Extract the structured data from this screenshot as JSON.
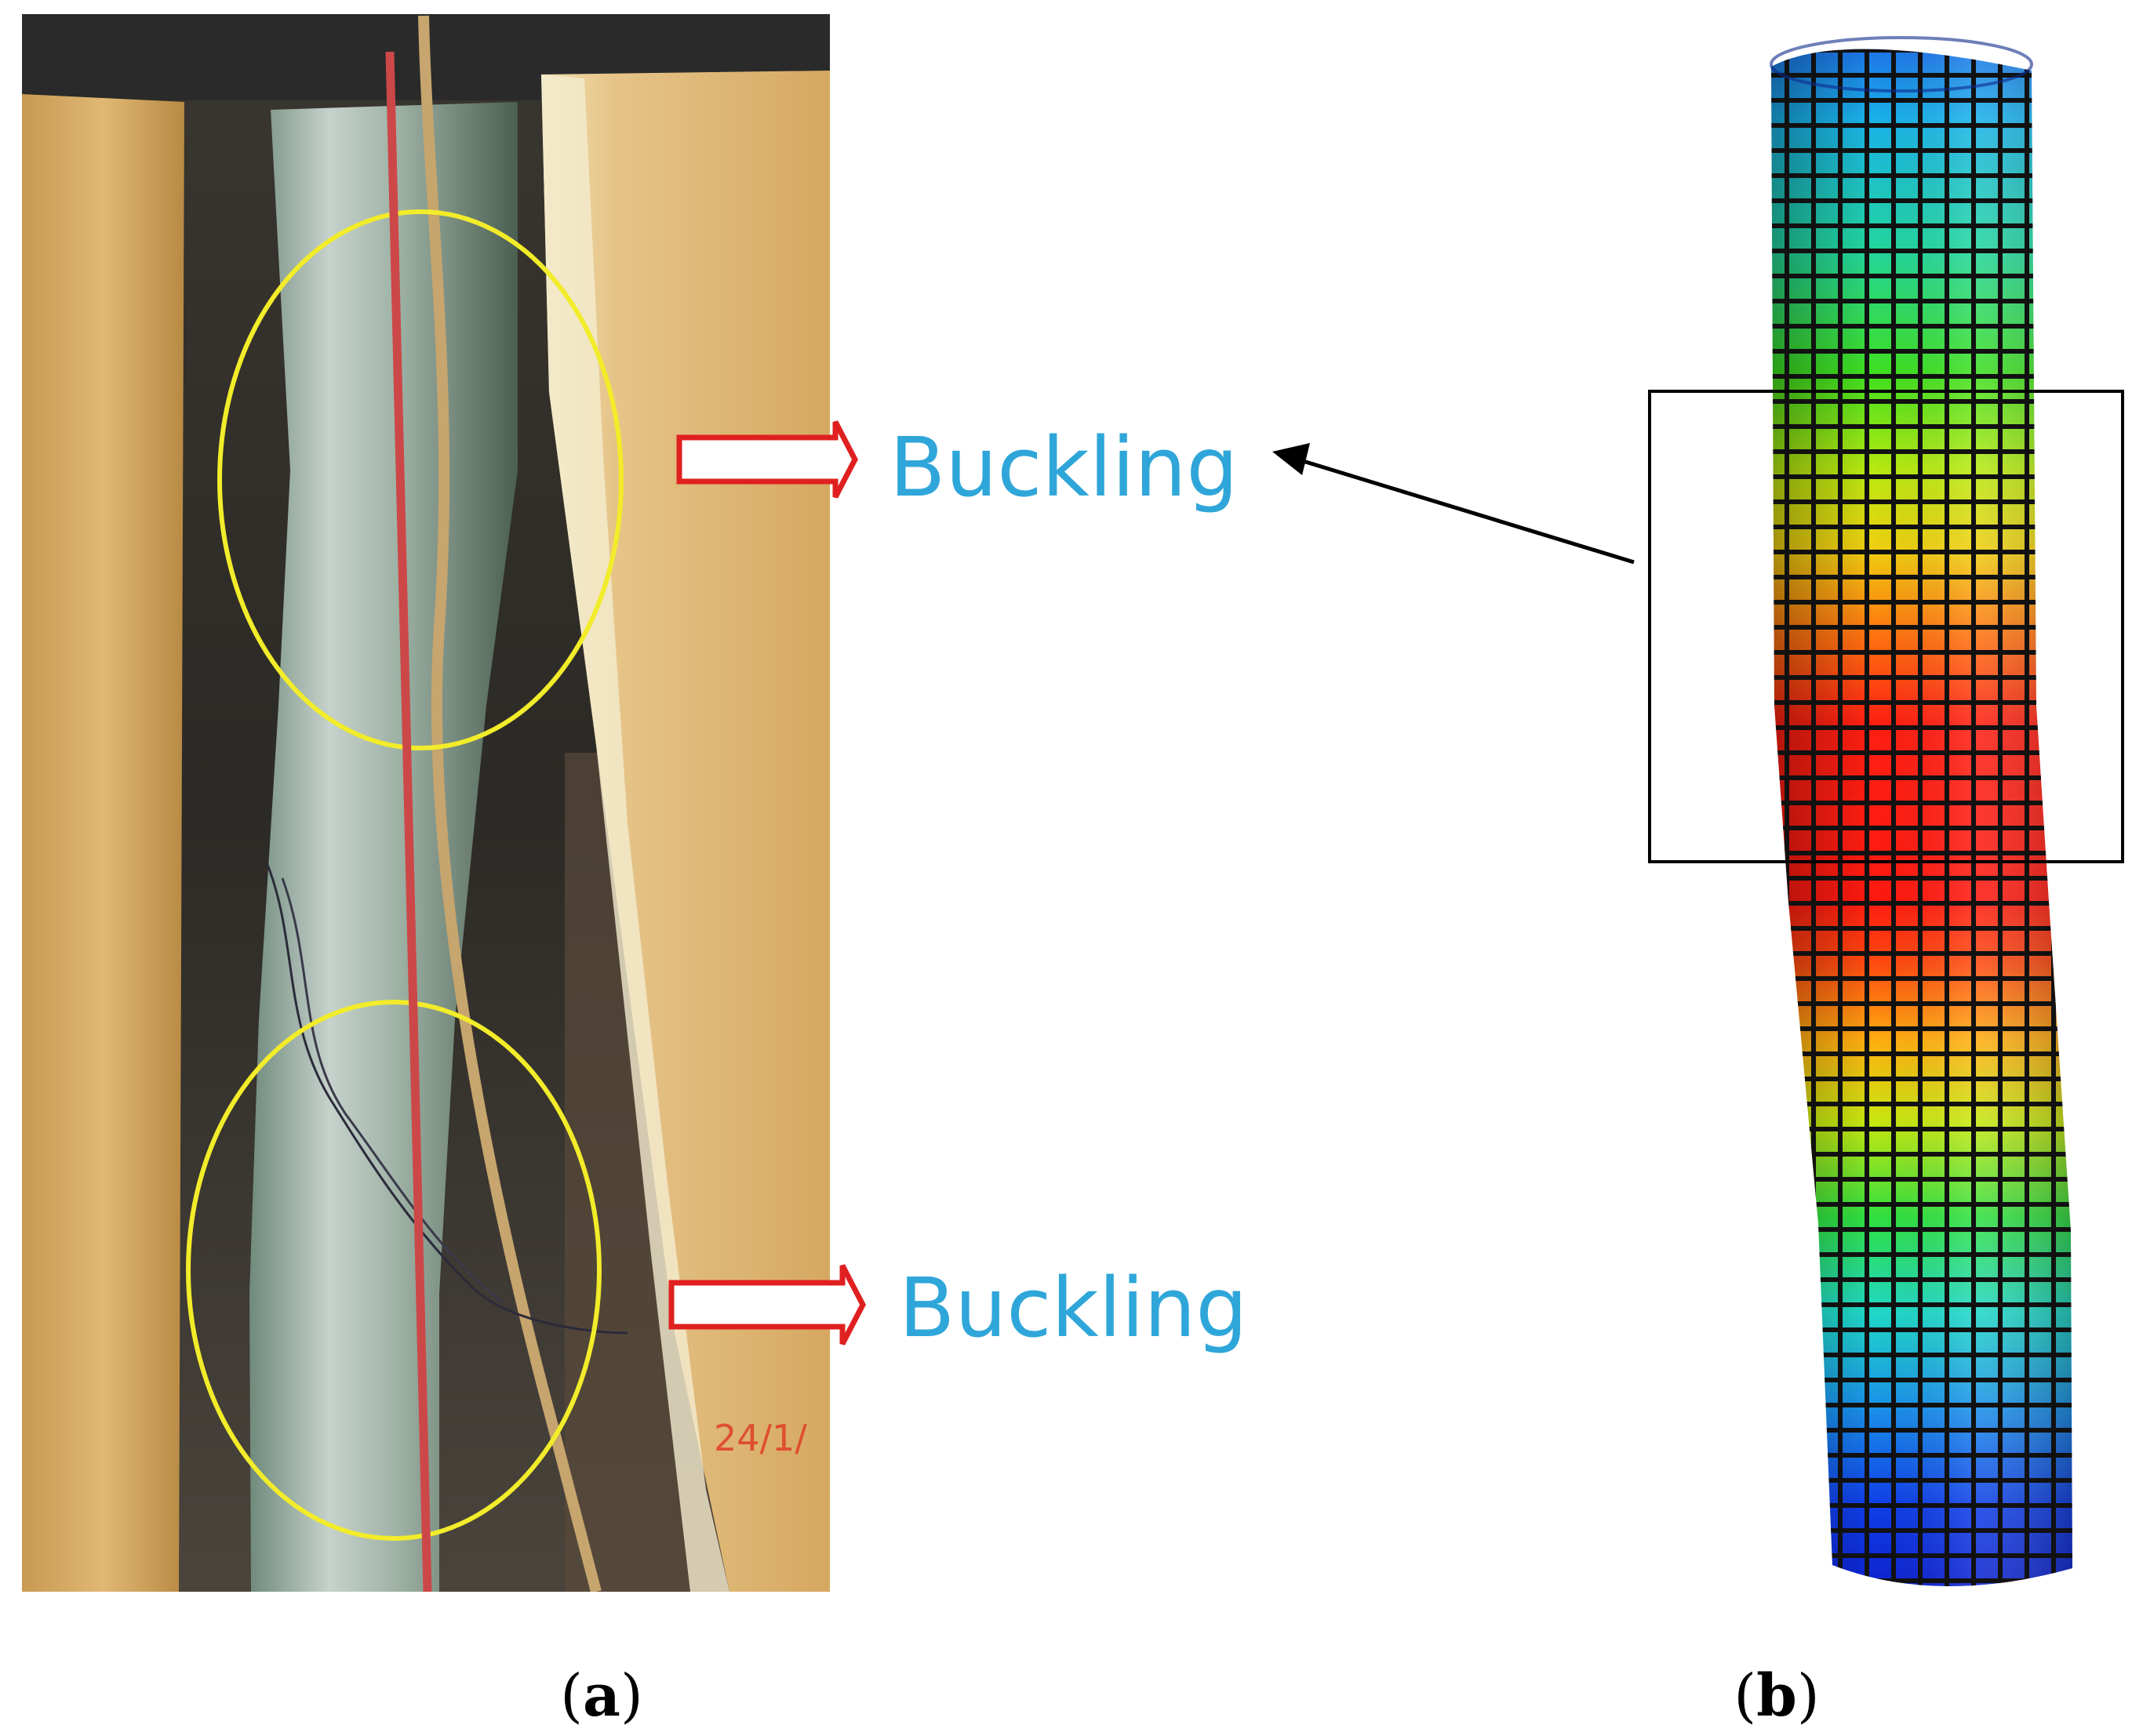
{
  "panels": {
    "a": {
      "label_open": "(",
      "label_letter": "a",
      "label_close": ")"
    },
    "b": {
      "label_open": "(",
      "label_letter": "b",
      "label_close": ")"
    }
  },
  "callouts": [
    {
      "text": "Buckling"
    },
    {
      "text": "Buckling"
    }
  ],
  "photo_stamp": "24/1/",
  "colors": {
    "callout_text": "#2fa6d9",
    "callout_arrow": "#e02020",
    "ellipse": "#f2ec2a",
    "axis_line": "#cc4848",
    "fe_red": "#ff1a10",
    "fe_blue": "#1020e0"
  }
}
